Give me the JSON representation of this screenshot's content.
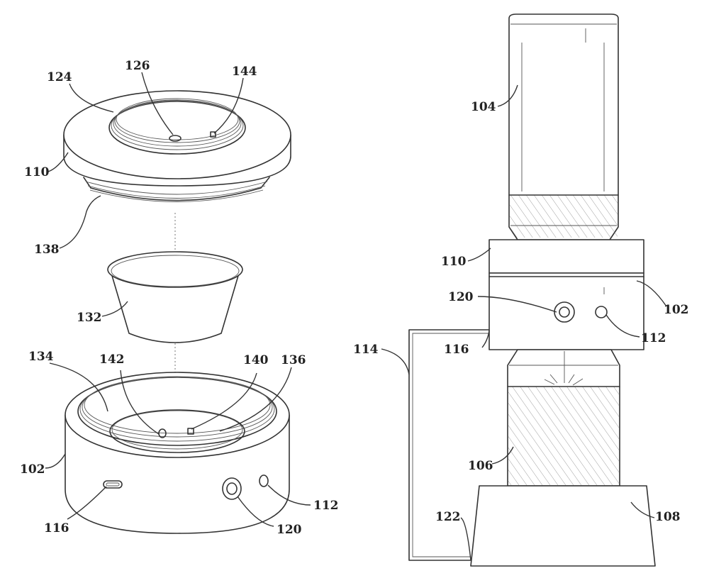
{
  "colors": {
    "line": "#333333",
    "hatch": "#888888",
    "background": "#ffffff",
    "label": "#222222"
  },
  "labels": {
    "r124": "124",
    "r126": "126",
    "r144": "144",
    "r110_left": "110",
    "r138": "138",
    "r132": "132",
    "r134": "134",
    "r142": "142",
    "r140": "140",
    "r136": "136",
    "r102_left": "102",
    "r116_left": "116",
    "r112_left": "112",
    "r120_left": "120",
    "r104": "104",
    "r110_right": "110",
    "r120_right": "120",
    "r102_right": "102",
    "r114": "114",
    "r116_right": "116",
    "r112_right": "112",
    "r106": "106",
    "r122": "122",
    "r108": "108"
  }
}
